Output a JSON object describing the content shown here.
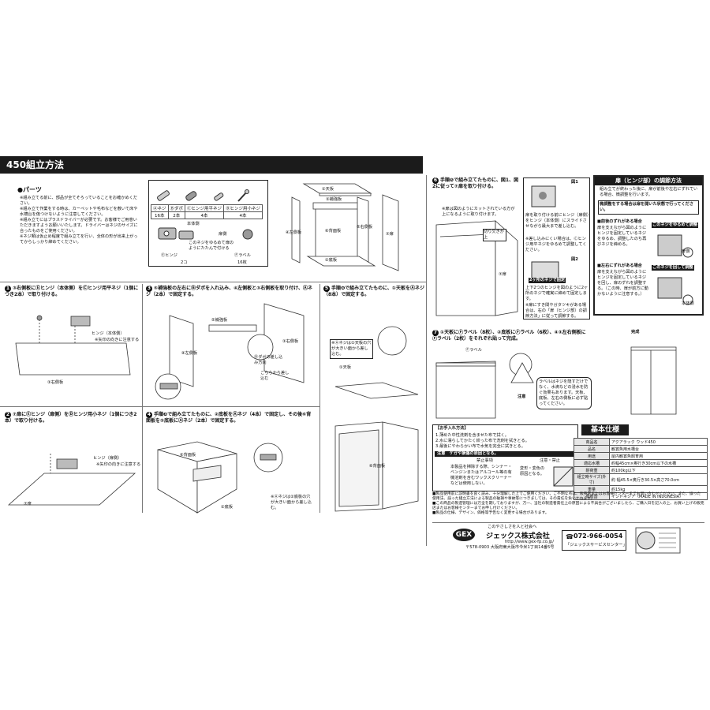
{
  "title": "450組立方法",
  "parts": {
    "heading": "●パーツ",
    "notes": [
      "※組み立てる前に、部品が全てそろっていることをお確かめください。",
      "※組み立て作業をする時は、カーペットや毛布などを敷いて床や水槽台を傷つけないように注意してください。",
      "※組み立てにはプラスドライバーが必要です。お客様でご用意いただきますようお願いいたします。ドライバーはネジのサイズに合ったものをご使用ください。",
      "※ネジ類は仮止め程度で組み立てを行い、全体の形が出来上がってからしっかり締めてください。"
    ],
    "table_names": [
      "Ⓐネジ",
      "Ⓑダボ",
      "Ⓒヒンジ用平ネジ",
      "Ⓓヒンジ用小ネジ"
    ],
    "table_counts": [
      "16本",
      "2本",
      "4本",
      "4本"
    ],
    "hinge_label": "Ⓔヒンジ",
    "hinge_count": "2コ",
    "label_name": "Ⓕラベル",
    "label_count": "16枚",
    "hinge_body": "本体側",
    "hinge_door": "扉側",
    "hinge_note": "このネジをゆるめて扉のようにたたんで付ける",
    "board_labels": [
      "①天板",
      "②底板",
      "③補強板",
      "④左側板",
      "⑤右側板",
      "⑥背面板",
      "⑦扉"
    ]
  },
  "steps": {
    "s1": "③右側板にⒺヒンジ（本体側）をⒸヒンジ用平ネジ（1個につき2本）で取り付ける。",
    "s1_label": "ヒンジ（本体側）",
    "s1_sub": "※矢印の向きに注意する",
    "s1_board": "③右側板",
    "s2": "⑦扉にⒺヒンジ（扉側）をⒹヒンジ用小ネジ（1個につき2本）で取り付ける。",
    "s2_label": "ヒンジ（扉側）",
    "s2_sub": "※矢印の向きに注意する",
    "s2_board": "⑦扉",
    "s3": "⑤補強板の左右にⒷダボを入れ込み、④左側板と③右側板を取り付け、Ⓐネジ（2本）で固定する。",
    "s3_board_a": "⑤補強板",
    "s3_board_b": "④左側板",
    "s3_board_c": "③右側板",
    "s3_dowel": "Ⓑダボの差し込み方向",
    "s3_dowel2": "こちらから差し込む",
    "s4": "手順❸で組み立てたものに、②底板をⒶネジ（4本）で固定し、その後⑥背面板を②底板にⒶネジ（2本）で固定する。",
    "s4_board_a": "⑥背面板",
    "s4_board_b": "②底板",
    "s4_note": "※Ⓐネジは②底板の穴が大きい面から差し込む。",
    "s5": "手順❹で組み立てたものに、①天板をⒶネジ（8本）で固定する。",
    "s5_note": "※Ⓐネジは①天板の穴が大きい面から差し込む。",
    "s5_board_a": "①天板",
    "s5_board_b": "⑥背面板",
    "s6": "手順❺で組み立てたものに、図1、図2に従って⑦扉を取り付ける。",
    "s6_sub": "※扉は図のようにカットされている方が上になるように取り付けます。",
    "s6_cut": "切り欠きが上",
    "s6_door": "⑦扉",
    "fig1": "図1",
    "fig2": "図2",
    "fig1_text": "扉を取り付ける前にヒンジ（扉側）をヒンジ（本体側）にスライドさせながら最大まで差し込む。",
    "fig1_note": "※差し込みにくい場合は、Ⓒヒンジ用平ネジをゆるめて調整してください。",
    "fig2_text": "上下2つのヒンジを図のように2ヶ所のネジで確実に締めて固定します。",
    "fig2_sub": "2ヶ所のネジで固定",
    "fig2_note": "※扉にすき間やガタツキがある場合は、右の「扉（ヒンジ部）の調節方法」に従って調節する。",
    "s7": "①天板にⒻラベル（8枚）、②底板にⒻラベル（6枚）、④③左右側板にⒻラベル（2枚）をそれぞれ貼って完成。",
    "s7_label": "Ⓕラベル",
    "s7_caution_title": "注意",
    "s7_caution": "ラベルはネジを隠すだけでなく、水滴などの浸水を防ぐ効果もあります。天板、底板、左右の側板に必ず貼ってください。",
    "complete": "完成"
  },
  "adjust": {
    "title": "扉（ヒンジ部）の調節方法",
    "intro": "組み立てが終わった後に、扉が前後や左右にずれている場合、微調整を行います。",
    "rule": "微調整をする場合は扉を開いた状態で行ってください。",
    "front_title": "■前後のずれがある場合",
    "front_text": "扉を支えながら図のようにヒンジを固定しているネジをゆるめ、調整したのち再びネジを締める。",
    "lr_title": "■左右にずれがある場合",
    "lr_text": "扉を支えながら図のようにヒンジを固定しているネジを回し、扉のずれを調整する。（この時、扉が前方に動かないように注意する。）",
    "loosen": "このネジをゆるめて調整",
    "turn": "このネジを回して調整",
    "body_side": "本体側",
    "door_side": "扉側"
  },
  "care": {
    "title": "【お手入れ方法】",
    "items": [
      "1.薄めた中性洗剤を含ませた布で拭く。",
      "2.水に濡らしてかたく絞った布で洗剤を拭きとる。",
      "3.最後にやわらかい布で水気を完全に拭きとる。"
    ],
    "caution_head": "注意",
    "caution_text": "ケガや損傷の原因となる。",
    "col1": "禁止事項",
    "col2": "注意・禁止",
    "caution_body": "本製品を掃除する際、シンナー・ベンジンまたはアルコール等の有機溶剤を含むワックスクリーナーなどは使用しない。",
    "caution_body2": "変形・変色の原因となる。"
  },
  "spec": {
    "title": "基本仕様",
    "rows": [
      [
        "商品名",
        "アクアラック ウッド450"
      ],
      [
        "品名",
        "観賞魚用水槽台"
      ],
      [
        "用途",
        "屋内観賞魚飼育用"
      ],
      [
        "適応水槽",
        "約幅45cm×奥行き30cm以下の水槽"
      ],
      [
        "耐荷重",
        "約100kg以下"
      ],
      [
        "組立時サイズ(外寸)",
        "約 幅45.5×奥行き30.5×高さ70.0cm"
      ],
      [
        "重量",
        "約15kg"
      ],
      [
        "原産国",
        "インドネシア（MADE IN INDONESIA）"
      ]
    ]
  },
  "notices": [
    "■製品使用前に説明書を良く読み、十分理解した上でご使用ください。ご不明な点は、販売店またはお客様センターまでお問い合わせください。また、誤った使用法、誤った組立方法による製品の破損や事故等につきましては、その責任を負いかねます。",
    "■この商品の製造管理には万全を期しておりますが、万一、当社の製造者責任上の原因による不具合がございましたら、ご購入日を記入の上、お買い上げの販売店またはお客様センターまでお申し付けください。",
    "■製品の仕様、デザイン、価格等予告なく変更する場合があります。"
  ],
  "company": {
    "tagline": "このやさしさを人と社会へ",
    "name": "ジェックス株式会社",
    "url": "http://www.gex-fp.co.jp/",
    "address": "〒578-0903 大阪府東大阪市今米1丁目14番5号",
    "logo": "GEX",
    "phone": "072-966-0054",
    "center": "「ジェックスサービスセンター」"
  },
  "icons": {
    "phone": "phone-icon",
    "stamp": "quality-stamp"
  }
}
